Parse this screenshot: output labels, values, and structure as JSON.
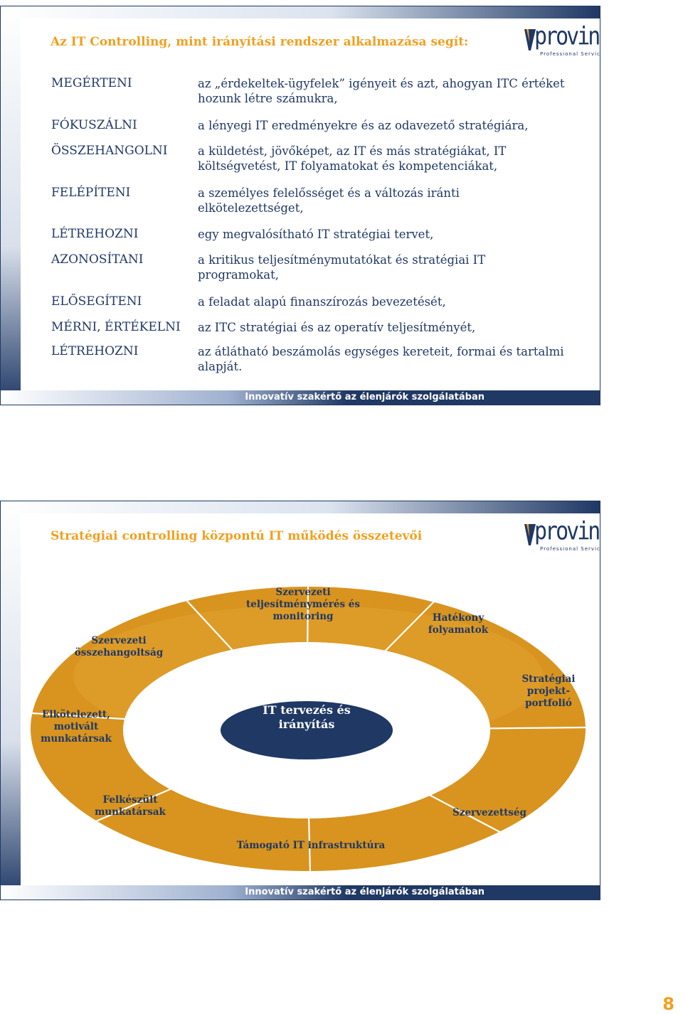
{
  "slide1": {
    "title": "Az IT Controlling, mint irányítási rendszer alkalmazása segít:",
    "rows": [
      {
        "verb": "MEGÉRTENI",
        "desc": "az „érdekeltek-ügyfelek” igényeit és azt, ahogyan ITC értéket hozunk létre számukra,"
      },
      {
        "verb": "FÓKUSZÁLNI",
        "desc": "a lényegi IT eredményekre és az odavezető stratégiára,"
      },
      {
        "verb": "ÖSSZEHANGOLNI",
        "desc": "a küldetést, jövőképet, az IT és más stratégiákat, IT költségvetést, IT folyamatokat és kompetenciákat,"
      },
      {
        "verb": "FELÉPÍTENI",
        "desc": "a személyes felelősséget és a változás iránti elkötelezettséget,"
      },
      {
        "verb": "LÉTREHOZNI",
        "desc": "egy megvalósítható IT stratégiai tervet,"
      },
      {
        "verb": "AZONOSÍTANI",
        "desc": "a kritikus teljesítménymutatókat és stratégiai IT programokat,"
      },
      {
        "verb": "ELŐSEGÍTENI",
        "desc": "a feladat alapú finanszírozás bevezetését,"
      },
      {
        "verb": "MÉRNI, ÉRTÉKELNI",
        "desc": "az ITC stratégiai és az operatív teljesítményét,"
      },
      {
        "verb": "LÉTREHOZNI",
        "desc": "az átlátható beszámolás egységes kereteit, formai és tartalmi alapját."
      }
    ],
    "footer": "Innovatív szakértő az élenjárók szolgálatában"
  },
  "slide2": {
    "title": "Stratégiai controlling központú IT működés összetevői",
    "center": "IT tervezés és irányítás",
    "segments": [
      "Szervezeti teljesítménymérés és monitoring",
      "Hatékony folyamatok",
      "Stratégiai projekt-portfolió",
      "Szervezettség",
      "Támogató IT infrastruktúra",
      "Felkészült munkatársak",
      "Elkötelezett, motivált munkatársak",
      "Szervezeti összehangoltság"
    ],
    "footer": "Innovatív szakértő az élenjárók szolgálatában"
  },
  "logo": {
    "word": "province",
    "tagline": "Professional Services"
  },
  "colors": {
    "accent": "#f0a020",
    "navy": "#1f3864",
    "ring": "#d8941f",
    "center_fill": "#1f3864"
  },
  "page_number": "8"
}
